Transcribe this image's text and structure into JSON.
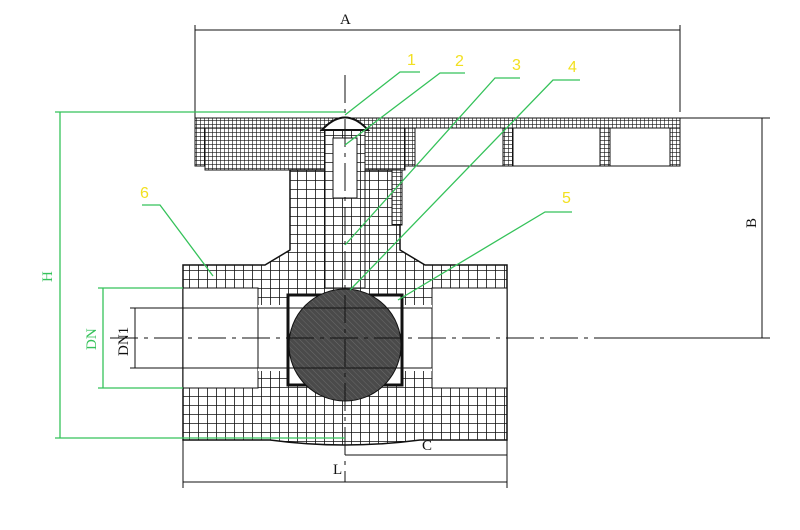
{
  "dimensions": {
    "A": "A",
    "B": "B",
    "H": "H",
    "DN": "DN",
    "DN1": "DN1",
    "C": "C",
    "L": "L"
  },
  "callouts": [
    "1",
    "2",
    "3",
    "4",
    "5",
    "6"
  ],
  "colors": {
    "callout_text": "#f2e020",
    "leader": "#35c25a",
    "ball": "#555555",
    "line": "#111111"
  }
}
